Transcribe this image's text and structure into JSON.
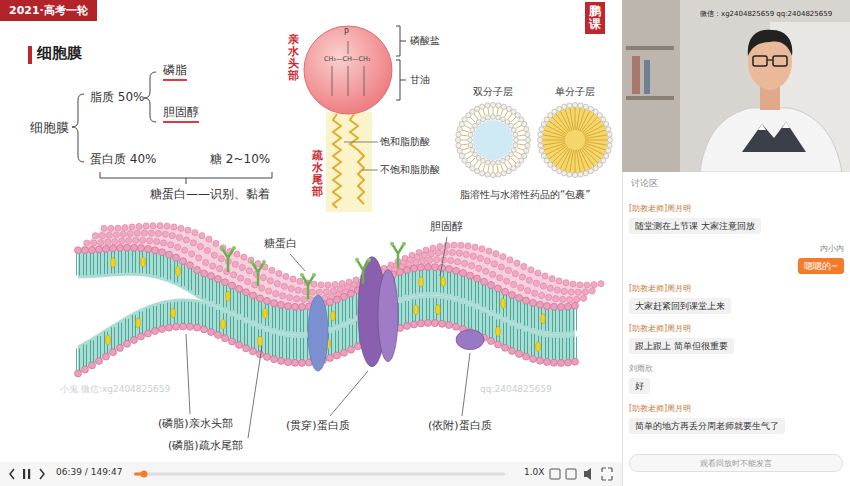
{
  "diagram": {
    "title": "细胞膜",
    "nodes": [
      {
        "text": [
          "2021·高考一轮"
        ]
      },
      {
        "text": [
          "鹏课"
        ]
      },
      {
        "text": [
          "讨论区"
        ]
      },
      {
        "text": [
          "[助教老师]周月明",
          "随堂测在上节课 大家注意回放"
        ],
        "in": 2
      },
      {
        "text": [
          "内小内",
          "嗯嗯的~"
        ],
        "in": 2
      },
      {
        "text": [
          "[助教老师]周月明",
          "大家赶紧回到课堂上来"
        ],
        "in": 2
      },
      {
        "text": [
          "[助教老师]周月明",
          "跟上跟上 简单但很重要"
        ],
        "in": 2
      },
      {
        "text": [
          "刘雨欣",
          "好"
        ],
        "in": 2
      },
      {
        "text": [
          "[助教老师]周月明",
          "简单的地方再丢分周老师就要生气了"
        ],
        "in": 2
      },
      {
        "text": [
          "观看回放时不能发言"
        ],
        "in": 2
      }
    ],
    "labels": [
      "细胞膜",
      "脂质 50%",
      "磷脂",
      "胆固醇",
      "蛋白质 40%",
      "糖 2~10%",
      "糖蛋白——识别、黏着",
      "亲水头部",
      "磷酸盐",
      "甘油",
      "饱和脂肪酸",
      "不饱和脂肪酸",
      "疏水尾部",
      "双分子层",
      "单分子层",
      "脂溶性与水溶性药品的“包裹”",
      "糖蛋白",
      "胆固醇",
      "(磷脂)亲水头部",
      "(磷脂)疏水尾部",
      "(贯穿)蛋白质",
      "(依附)蛋白质",
      "小鬼 微信:xg2404825659",
      "qq:2404825659",
      "微信：xg2404825659 qq:2404825659",
      "06:39 / 149:47",
      "1.0X",
      "P",
      "CH₂—CH—CH₂"
    ]
  }
}
